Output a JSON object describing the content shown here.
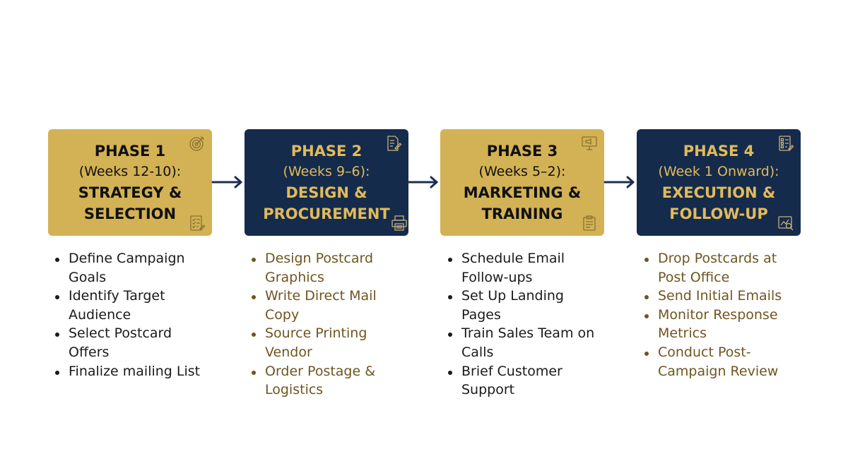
{
  "colors": {
    "gold": "#d3b255",
    "navy": "#142b4c",
    "gold_text": "#e2ba5a",
    "brown_text": "#6f5520",
    "arrow": "#1b2f4f"
  },
  "phases": [
    {
      "title": "PHASE 1",
      "weeks": "(Weeks 12-10):",
      "name_line1": "STRATEGY &",
      "name_line2": "SELECTION",
      "icons": [
        "target-icon",
        "checklist-icon"
      ],
      "tasks": [
        {
          "line1": "Define Campaign",
          "line2": "Goals"
        },
        {
          "line1": "Identify Target",
          "line2": "Audience"
        },
        {
          "line1": "Select Postcard",
          "line2": "Offers"
        },
        {
          "line1": "Finalize mailing List",
          "line2": ""
        }
      ]
    },
    {
      "title": "PHASE 2",
      "weeks": "(Weeks 9–6):",
      "name_line1": "DESIGN &",
      "name_line2": "PROCUREMENT",
      "icons": [
        "design-document-icon",
        "printer-icon"
      ],
      "tasks": [
        {
          "line1": "Design Postcard",
          "line2": "Graphics"
        },
        {
          "line1": "Write Direct Mail",
          "line2": "Copy"
        },
        {
          "line1": "Source Printing",
          "line2": "Vendor"
        },
        {
          "line1": "Order Postage &",
          "line2": "Logistics"
        }
      ]
    },
    {
      "title": "PHASE 3",
      "weeks": "(Weeks 5–2):",
      "name_line1": "MARKETING &",
      "name_line2": "TRAINING",
      "icons": [
        "presentation-board-icon",
        "clipboard-icon"
      ],
      "tasks": [
        {
          "line1": "Schedule Email",
          "line2": "Follow-ups"
        },
        {
          "line1": "Set Up Landing",
          "line2": "Pages"
        },
        {
          "line1": "Train Sales Team on",
          "line2": "Calls"
        },
        {
          "line1": "Brief Customer",
          "line2": "Support"
        }
      ]
    },
    {
      "title": "PHASE 4",
      "weeks": "(Week 1 Onward):",
      "name_line1": "EXECUTION &",
      "name_line2": "FOLLOW-UP",
      "icons": [
        "task-list-icon",
        "analytics-search-icon"
      ],
      "tasks": [
        {
          "line1": "Drop Postcards at",
          "line2": "Post Office"
        },
        {
          "line1": "Send Initial Emails",
          "line2": ""
        },
        {
          "line1": "Monitor Response",
          "line2": "Metrics"
        },
        {
          "line1": "Conduct Post-",
          "line2": "Campaign Review"
        }
      ]
    }
  ]
}
